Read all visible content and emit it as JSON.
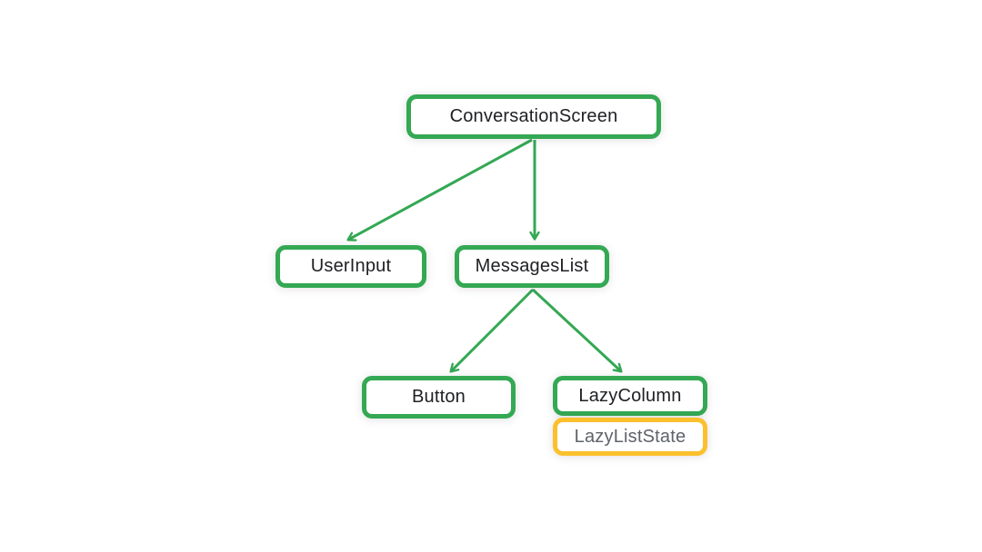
{
  "diagram": {
    "type": "component-tree",
    "background_color": "#FFFFFF",
    "colors": {
      "node_border_green": "#34A853",
      "node_border_yellow": "#FBC02D",
      "edge_green": "#34A853",
      "label_dark": "#202124",
      "label_gray": "#5F6368"
    },
    "nodes": [
      {
        "id": "conversation-screen",
        "label": "ConversationScreen",
        "border": "green",
        "row": 1
      },
      {
        "id": "user-input",
        "label": "UserInput",
        "border": "green",
        "row": 2
      },
      {
        "id": "messages-list",
        "label": "MessagesList",
        "border": "green",
        "row": 2
      },
      {
        "id": "button",
        "label": "Button",
        "border": "green",
        "row": 3
      },
      {
        "id": "lazy-column",
        "label": "LazyColumn",
        "border": "green",
        "row": 3
      },
      {
        "id": "lazy-list-state",
        "label": "LazyListState",
        "border": "yellow",
        "row": 3,
        "attached_to": "lazy-column"
      }
    ],
    "edges": [
      {
        "from": "conversation-screen",
        "to": "user-input"
      },
      {
        "from": "conversation-screen",
        "to": "messages-list"
      },
      {
        "from": "messages-list",
        "to": "button"
      },
      {
        "from": "messages-list",
        "to": "lazy-column"
      }
    ]
  }
}
